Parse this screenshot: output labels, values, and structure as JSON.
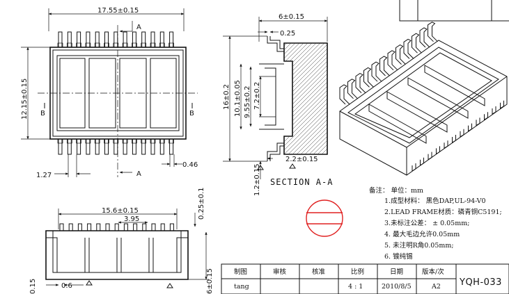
{
  "top_view": {
    "width_dim": "17.55±0.15",
    "height_dim": "12.15±0.15",
    "pitch_dim": "1.27",
    "pin_width_dim": "0.46",
    "section_marks": [
      "A",
      "A",
      "B",
      "B"
    ]
  },
  "section_view": {
    "depth_dim": "6±0.15",
    "tab_dim": "0.25",
    "overall_height": "16±0.2",
    "inner_height_1": "10.1±0.05",
    "inner_height_2": "9.55±0.2",
    "inner_height_3": "7.2±0.2",
    "foot_dim": "2.2±0.15",
    "lead_dim": "1.2±0.15",
    "title": "SECTION   A-A"
  },
  "side_view": {
    "length_dim": "15.6±0.15",
    "pitch_dim": "3.95",
    "lead_thickness": "0.25±0.1",
    "left_dim": "0.15",
    "gap_dim": "0.6",
    "right_dim": "6±0.15"
  },
  "notes": {
    "header": "备注：  单位：mm",
    "lines": [
      "1.成型材料：  黑色DAP,UL-94-V0",
      "2.LEAD  FRAME材质：磷青铜C5191;",
      "3.未标注公差：  ± 0.05mm;",
      "4. 最大毛边允许0.05mm",
      "5. 未注明R角0.05mm;",
      "6. 镀纯锡"
    ]
  },
  "title_block": {
    "headers": [
      "制图",
      "审核",
      "核准",
      "比例",
      "日期",
      "版本/次"
    ],
    "values": [
      "tang",
      "",
      "",
      "4 : 1",
      "2010/8/5",
      "A2"
    ],
    "drawing_no": "YQH-033"
  },
  "colors": {
    "line": "#111111",
    "mark": "#e02020"
  }
}
